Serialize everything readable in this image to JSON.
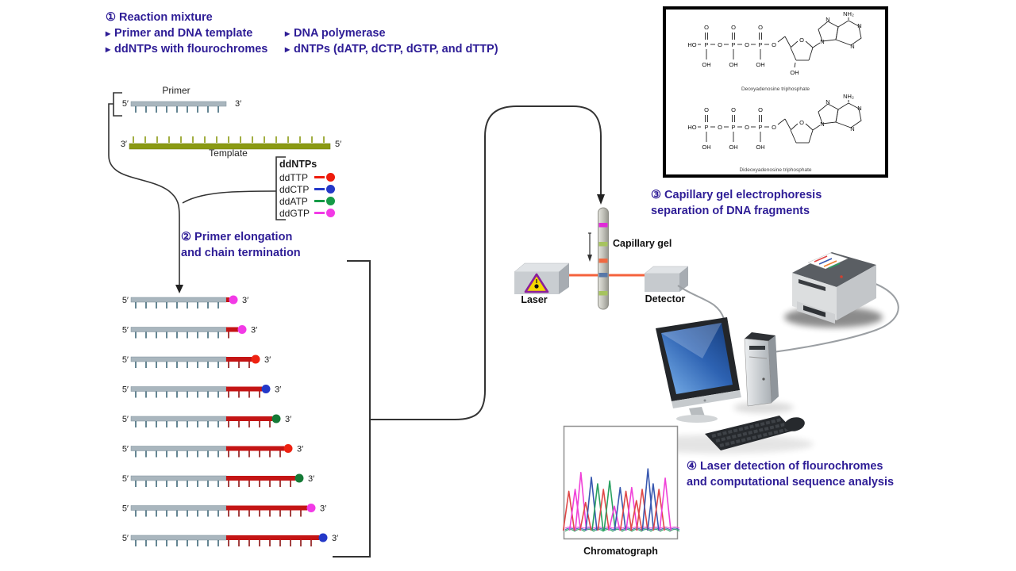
{
  "palette": {
    "purple": "#2e1d96",
    "bar_gray": "#a9b6be",
    "bar_gray_dark": "#7d8f99",
    "tick_gray": "#3f6878",
    "template_olive": "#8a9a12",
    "red_seg": "#c41414",
    "red_tick": "#8c1010",
    "dot_red": "#ee2211",
    "dot_blue": "#2438c8",
    "dot_green": "#157a36",
    "dot_magenta": "#f23ae6",
    "beam": "#f4623c",
    "line": "#333333"
  },
  "step1": {
    "num": "①",
    "title": "Reaction mixture",
    "bullet": "▸",
    "col1": [
      "Primer and DNA template",
      "ddNTPs with flourochromes"
    ],
    "col2": [
      "DNA polymerase",
      "dNTPs (dATP, dCTP, dGTP, and dTTP)"
    ]
  },
  "primer_template": {
    "primer": "Primer",
    "template": "Template",
    "p5": "5′",
    "p3": "3′"
  },
  "ddntps": {
    "title": "ddNTPs",
    "items": [
      {
        "label": "ddTTP",
        "color": "#ee1c0c"
      },
      {
        "label": "ddCTP",
        "color": "#2438c8"
      },
      {
        "label": "ddATP",
        "color": "#159a46"
      },
      {
        "label": "ddGTP",
        "color": "#f23ae6"
      }
    ]
  },
  "step2": {
    "num": "②",
    "line1": "Primer elongation",
    "line2": "and chain termination"
  },
  "fragments": {
    "p5": "5′",
    "p3": "3′",
    "rows": [
      {
        "red": 4,
        "dot": "magenta"
      },
      {
        "red": 15,
        "dot": "magenta"
      },
      {
        "red": 32,
        "dot": "red"
      },
      {
        "red": 45,
        "dot": "blue"
      },
      {
        "red": 58,
        "dot": "green"
      },
      {
        "red": 73,
        "dot": "red"
      },
      {
        "red": 87,
        "dot": "green"
      },
      {
        "red": 102,
        "dot": "magenta"
      },
      {
        "red": 117,
        "dot": "blue"
      }
    ]
  },
  "step3": {
    "num": "③",
    "line1": "Capillary gel electrophoresis",
    "line2": "separation of DNA fragments"
  },
  "capillary": {
    "label": "Capillary gel",
    "bands": [
      {
        "off": 19,
        "color": "#e02ad8"
      },
      {
        "off": 43,
        "color": "#a6c35e"
      },
      {
        "off": 64,
        "color": "#ef6a42"
      },
      {
        "off": 82,
        "color": "#5878a8"
      },
      {
        "off": 105,
        "color": "#a6c35e"
      }
    ]
  },
  "laser": {
    "label": "Laser"
  },
  "detector": {
    "label": "Detector"
  },
  "chem": {
    "captions": [
      "Deoxyadenosine triphosphate",
      "Dideoxyadenosine triphosphate"
    ],
    "atoms": {
      "ho": "HO",
      "p": "P",
      "o": "O",
      "oh": "OH",
      "n": "N",
      "nh2": "NH₂"
    }
  },
  "step4": {
    "num": "④",
    "line1": "Laser detection of flourochromes",
    "line2": "and computational sequence analysis"
  },
  "chromatograph": {
    "label": "Chromatograph",
    "peaks": [
      {
        "x": 0.02,
        "h": 0.42,
        "c": "red"
      },
      {
        "x": 0.08,
        "h": 0.44,
        "c": "magenta"
      },
      {
        "x": 0.135,
        "h": 0.62,
        "c": "magenta"
      },
      {
        "x": 0.18,
        "h": 0.3,
        "c": "red"
      },
      {
        "x": 0.235,
        "h": 0.57,
        "c": "blue"
      },
      {
        "x": 0.295,
        "h": 0.5,
        "c": "green"
      },
      {
        "x": 0.35,
        "h": 0.44,
        "c": "red"
      },
      {
        "x": 0.41,
        "h": 0.53,
        "c": "green"
      },
      {
        "x": 0.455,
        "h": 0.26,
        "c": "magenta"
      },
      {
        "x": 0.51,
        "h": 0.46,
        "c": "blue"
      },
      {
        "x": 0.565,
        "h": 0.42,
        "c": "red"
      },
      {
        "x": 0.62,
        "h": 0.46,
        "c": "magenta"
      },
      {
        "x": 0.665,
        "h": 0.32,
        "c": "red"
      },
      {
        "x": 0.72,
        "h": 0.44,
        "c": "red"
      },
      {
        "x": 0.775,
        "h": 0.66,
        "c": "blue"
      },
      {
        "x": 0.825,
        "h": 0.5,
        "c": "blue"
      },
      {
        "x": 0.88,
        "h": 0.44,
        "c": "red"
      },
      {
        "x": 0.94,
        "h": 0.56,
        "c": "magenta"
      }
    ],
    "trace_colors": {
      "magenta": "#f040d8",
      "red": "#e04848",
      "green": "#28a060",
      "blue": "#3858b0"
    }
  }
}
